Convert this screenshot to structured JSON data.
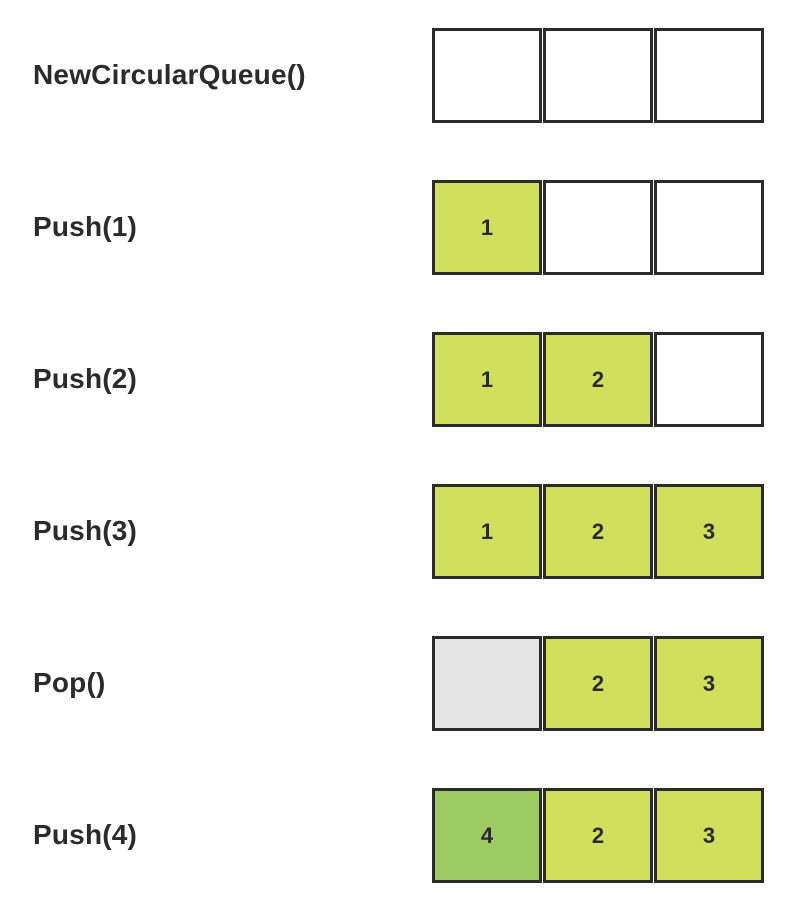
{
  "diagram": {
    "name": "circular-queue-operations",
    "capacity": 3,
    "rows": [
      {
        "label": "NewCircularQueue()",
        "cells": [
          {
            "value": "",
            "state": "empty"
          },
          {
            "value": "",
            "state": "empty"
          },
          {
            "value": "",
            "state": "empty"
          }
        ]
      },
      {
        "label": "Push(1)",
        "cells": [
          {
            "value": "1",
            "state": "filled"
          },
          {
            "value": "",
            "state": "empty"
          },
          {
            "value": "",
            "state": "empty"
          }
        ]
      },
      {
        "label": "Push(2)",
        "cells": [
          {
            "value": "1",
            "state": "filled"
          },
          {
            "value": "2",
            "state": "filled"
          },
          {
            "value": "",
            "state": "empty"
          }
        ]
      },
      {
        "label": "Push(3)",
        "cells": [
          {
            "value": "1",
            "state": "filled"
          },
          {
            "value": "2",
            "state": "filled"
          },
          {
            "value": "3",
            "state": "filled"
          }
        ]
      },
      {
        "label": "Pop()",
        "cells": [
          {
            "value": "",
            "state": "popped"
          },
          {
            "value": "2",
            "state": "filled"
          },
          {
            "value": "3",
            "state": "filled"
          }
        ]
      },
      {
        "label": "Push(4)",
        "cells": [
          {
            "value": "4",
            "state": "fresh"
          },
          {
            "value": "2",
            "state": "filled"
          },
          {
            "value": "3",
            "state": "filled"
          }
        ]
      }
    ]
  },
  "colors": {
    "filled": "#d0e05c",
    "fresh": "#9ccb63",
    "popped": "#e5e5e5",
    "empty": "#ffffff",
    "border": "#2b2b2b",
    "text": "#2b2b2b"
  }
}
